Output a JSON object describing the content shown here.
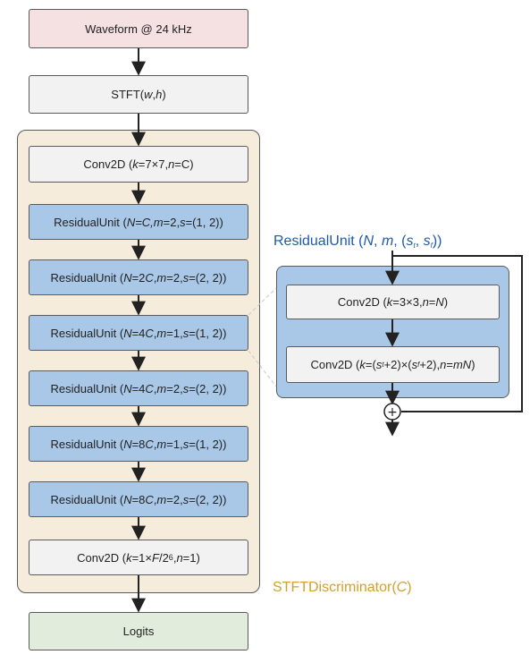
{
  "diagram": {
    "waveform": "Waveform @ 24 kHz",
    "stft": {
      "name": "STFT(",
      "w": "w",
      "sep": ", ",
      "h": "h",
      "close": ")"
    },
    "conv_in": {
      "pre": "Conv2D (",
      "k": "k",
      "kval": "=7×7, ",
      "n": "n",
      "nval": "=C)"
    },
    "residual_units": [
      {
        "pre": "ResidualUnit (",
        "N": "N",
        "nval": "=C, ",
        "m": "m",
        "mval": "=2, ",
        "s": "s",
        "sval": "=(1, 2))"
      },
      {
        "pre": "ResidualUnit (",
        "N": "N",
        "nval": "=2",
        "c": "C",
        "mpre": ", ",
        "m": "m",
        "mval": "=2, ",
        "s": "s",
        "sval": "=(2, 2))"
      },
      {
        "pre": "ResidualUnit (",
        "N": "N",
        "nval": "=4",
        "c": "C",
        "mpre": ", ",
        "m": "m",
        "mval": "=1, ",
        "s": "s",
        "sval": "=(1, 2))"
      },
      {
        "pre": "ResidualUnit (",
        "N": "N",
        "nval": "=4",
        "c": "C",
        "mpre": ", ",
        "m": "m",
        "mval": "=2, ",
        "s": "s",
        "sval": "=(2, 2))"
      },
      {
        "pre": "ResidualUnit (",
        "N": "N",
        "nval": "=8",
        "c": "C",
        "mpre": ", ",
        "m": "m",
        "mval": "=1, ",
        "s": "s",
        "sval": "=(1, 2))"
      },
      {
        "pre": "ResidualUnit (",
        "N": "N",
        "nval": "=8",
        "c": "C",
        "mpre": ", ",
        "m": "m",
        "mval": "=2, ",
        "s": "s",
        "sval": "=(2, 2))"
      }
    ],
    "conv_out": {
      "pre": "Conv2D (",
      "k": "k",
      "kval": "=1×",
      "F": "F",
      "div": "/2",
      "exp": "6",
      "npre": ", ",
      "n": "n",
      "nval": "=1)"
    },
    "logits": "Logits",
    "stft_disc_title": {
      "name": "STFTDiscriminator(",
      "C": "C",
      "close": ")"
    },
    "ru_title": {
      "name": "ResidualUnit (",
      "N": "N",
      "sep1": ", ",
      "m": "m",
      "sep2": ", (",
      "s1": "s",
      "t": "t",
      "sep3": ", ",
      "s2": "s",
      "f": "f",
      "close": "))"
    },
    "ru_conv1": {
      "pre": "Conv2D (",
      "k": "k",
      "kval": "=3×3, ",
      "n": "n",
      "nval": "=",
      "N": "N",
      "close": ")"
    },
    "ru_conv2": {
      "pre": "Conv2D (",
      "k": "k",
      "kval": "=(",
      "s1": "s",
      "t": "t",
      "mid": "+2)×(",
      "s2": "s",
      "f": "f",
      "mid2": "+2), ",
      "n": "n",
      "nval": "=",
      "m": "m",
      "N": "N",
      "close": ")"
    },
    "plus_symbol": "+"
  },
  "colors": {
    "input": "#f6e1e2",
    "stft_layer": "#f2f2f2",
    "residual_unit": "#a9c8e8",
    "output": "#e1ecdc",
    "container": "#f6ecdc",
    "ru_title": "#1f5aa6",
    "stft_title": "#d2a02c"
  }
}
